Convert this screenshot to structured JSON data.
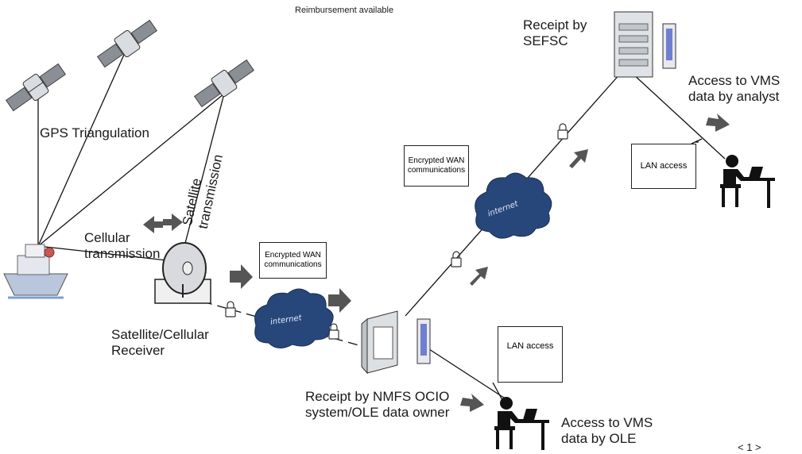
{
  "header": {
    "top_note": "Reimbursement available"
  },
  "labels": {
    "gps": "GPS Triangulation",
    "satellite_tx": [
      "Satellite",
      "transmission"
    ],
    "cellular_tx": [
      "Cellular",
      "transmission"
    ],
    "receiver": [
      "Satellite/Cellular",
      "Receiver"
    ],
    "receipt_sefsc": [
      "Receipt by",
      "SEFSC"
    ],
    "access_analyst": [
      "Access to VMS",
      "data by analyst"
    ],
    "receipt_nmfs": [
      "Receipt by NMFS OCIO",
      "system/OLE data owner"
    ],
    "access_ole": [
      "Access to VMS",
      "data by OLE"
    ],
    "page_nav": "< 1 >"
  },
  "boxes": {
    "encrypted_wan_1": [
      "Encrypted WAN",
      "communications"
    ],
    "encrypted_wan_2": [
      "Encrypted WAN",
      "communications"
    ],
    "lan_access_1": "LAN access",
    "lan_access_2": "LAN access"
  },
  "clouds": {
    "cloud_1": "internet",
    "cloud_2": "internet"
  },
  "colors": {
    "arrow": "#555555",
    "cloud": "#27467a",
    "server_accent": "#6f7fd0",
    "line": "#111111"
  }
}
